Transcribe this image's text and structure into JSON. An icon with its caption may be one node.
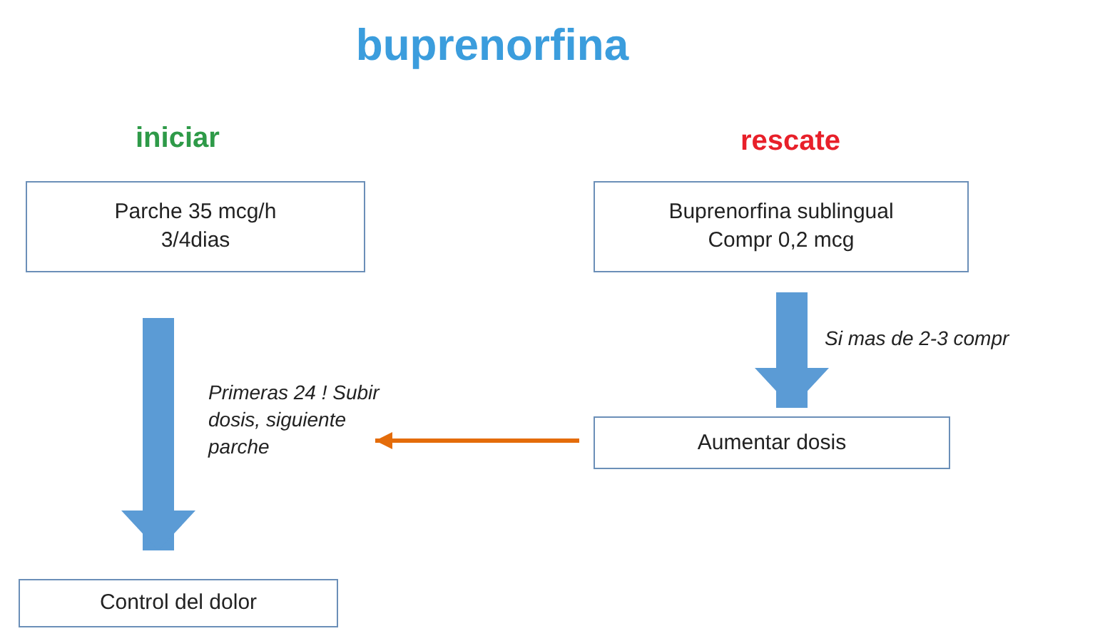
{
  "diagram": {
    "title": "buprenorfina",
    "nodes": [
      {
        "text": [
          "iniciar",
          "Parche 35 mcg/h 3/4dias"
        ]
      },
      {
        "text": [
          "rescate",
          "Buprenorfina sublingual Compr 0,2 mcg"
        ]
      },
      {
        "text": [
          "Aumentar dosis"
        ]
      },
      {
        "text": [
          "Control del dolor"
        ]
      },
      {
        "text": [
          "Primeras 24 ! Subir dosis, siguiente parche"
        ]
      }
    ],
    "edges": [
      {
        "from": 0,
        "to": 3,
        "arrow": "to"
      },
      {
        "from": 1,
        "to": 2,
        "arrow": "to",
        "label": "Si mas de 2-3 compr"
      },
      {
        "from": 2,
        "to": 4,
        "arrow": "to",
        "color": "#e46c0a"
      }
    ]
  }
}
